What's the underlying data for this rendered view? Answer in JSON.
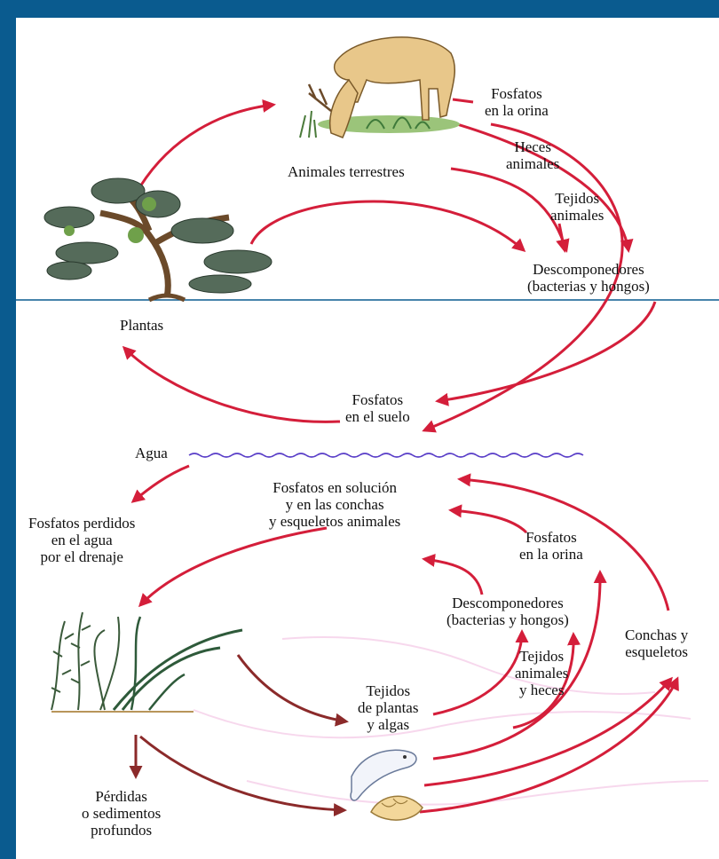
{
  "colors": {
    "frame": "#0a5b8f",
    "background": "#ffffff",
    "terrestrial_arrow": "#d41e3a",
    "aquatic_arrow": "#8b2a2a",
    "water_line": "#5a3fc8",
    "divider": "#0a5b8f"
  },
  "labels": {
    "fosfatos_orina_top": "Fosfatos\nen la orina",
    "heces_animales": "Heces\nanimales",
    "animales_terrestres": "Animales terrestres",
    "tejidos_animales": "Tejidos\nanimales",
    "descomponedores_top": "Descomponedores\n(bacterias y hongos)",
    "plantas": "Plantas",
    "fosfatos_suelo": "Fosfatos\nen el suelo",
    "agua": "Agua",
    "fosfatos_solucion": "Fosfatos en solución\ny en las conchas\ny esqueletos animales",
    "fosfatos_perdidos": "Fosfatos perdidos\nen el agua\npor el drenaje",
    "fosfatos_orina_bottom": "Fosfatos\nen la orina",
    "descomponedores_bottom": "Descomponedores\n(bacterias y hongos)",
    "conchas_esqueletos": "Conchas y\nesqueletos",
    "tejidos_animales_heces": "Tejidos\nanimales\ny heces",
    "tejidos_plantas_algas": "Tejidos\nde plantas\ny algas",
    "perdidas_sedimentos": "Pérdidas\no sedimentos\nprofundos"
  },
  "icons": [
    "deer-icon",
    "tree-icon",
    "seaweed-icon",
    "fish-icon",
    "shell-icon",
    "water-wave-icon"
  ]
}
